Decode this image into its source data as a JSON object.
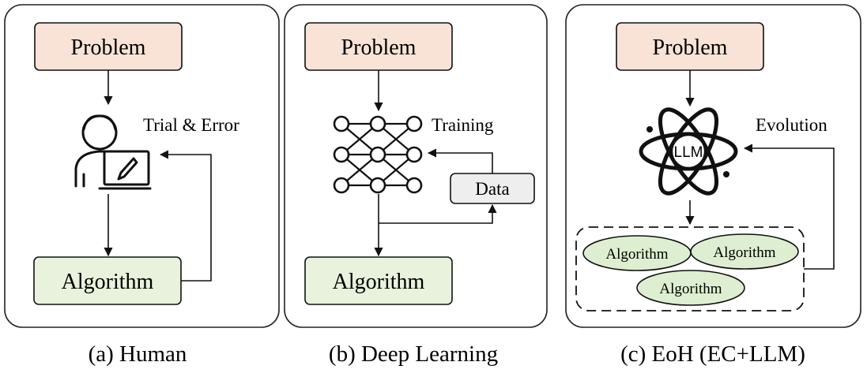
{
  "panels": [
    {
      "caption": "(a) Human",
      "problem": "Problem",
      "loop_label": "Trial & Error",
      "algorithm": "Algorithm",
      "icon": "person-with-laptop-icon"
    },
    {
      "caption": "(b) Deep Learning",
      "problem": "Problem",
      "loop_label": "Training",
      "data_label": "Data",
      "algorithm": "Algorithm",
      "icon": "neural-network-icon"
    },
    {
      "caption": "(c) EoH (EC+LLM)",
      "problem": "Problem",
      "loop_label": "Evolution",
      "llm_label": "LLM",
      "population": [
        "Algorithm",
        "Algorithm",
        "Algorithm"
      ],
      "icon": "atom-icon"
    }
  ],
  "colors": {
    "problem_fill": "#F8E3D6",
    "algorithm_fill": "#E8F2DC",
    "data_fill": "#EEEEEE",
    "population_fill": "#DDEFD0",
    "stroke": "#111111"
  }
}
